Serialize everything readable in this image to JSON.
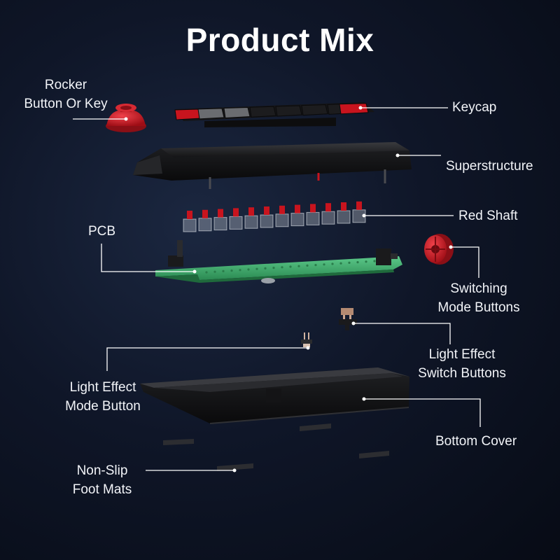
{
  "title": "Product Mix",
  "labels": {
    "rocker": [
      "Rocker",
      "Button Or Key"
    ],
    "keycap": [
      "Keycap"
    ],
    "superstructure": [
      "Superstructure"
    ],
    "red_shaft": [
      "Red Shaft"
    ],
    "pcb": [
      "PCB"
    ],
    "switching_mode": [
      "Switching",
      "Mode Buttons"
    ],
    "light_effect_switch": [
      "Light Effect",
      "Switch Buttons"
    ],
    "light_effect_mode": [
      "Light Effect",
      "Mode Button"
    ],
    "bottom_cover": [
      "Bottom Cover"
    ],
    "foot_mats": [
      "Non-Slip",
      "Foot Mats"
    ]
  },
  "colors": {
    "background": "#0f1628",
    "keycap_red": "#c8141e",
    "keycap_grey": "#6a6c70",
    "keycap_black": "#1c1c1e",
    "pcb_green": "#3fae6a",
    "leader_line": "#ffffff"
  }
}
